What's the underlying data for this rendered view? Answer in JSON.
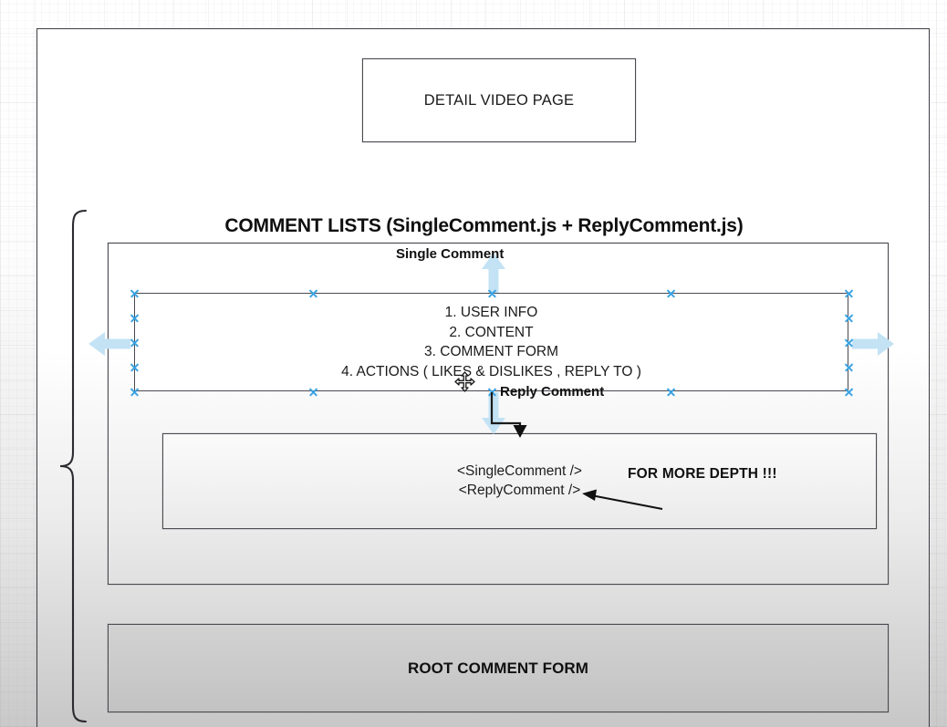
{
  "canvas": {
    "background_color": "#ffffff",
    "grid": true,
    "border_color": "#3d3d44"
  },
  "detail_video_page": {
    "label": "DETAIL VIDEO PAGE"
  },
  "comment_lists": {
    "title": "COMMENT LISTS (SingleComment.js + ReplyComment.js)",
    "single_comment": {
      "caption": "Single Comment",
      "items": [
        "1. USER INFO",
        "2. CONTENT",
        "3. COMMENT FORM",
        "4. ACTIONS ( LIKES & DISLIKES , REPLY TO )"
      ],
      "selected": true,
      "handle_color": "#3aa3e3"
    },
    "reply_comment": {
      "caption": "Reply Comment",
      "tags": [
        "<SingleComment />",
        "<ReplyComment />"
      ],
      "annotation": "FOR MORE DEPTH !!!"
    }
  },
  "root_comment_form": {
    "label": "ROOT COMMENT FORM"
  },
  "icons": {
    "move_arrow_up": "arrow-up-icon",
    "move_arrow_down": "arrow-down-icon",
    "move_arrow_left": "arrow-left-icon",
    "move_arrow_right": "arrow-right-icon",
    "cursor": "move-cursor-icon",
    "brace": "left-curly-brace-icon",
    "elbow_connector": "elbow-arrow-connector-icon",
    "annotation_arrow": "annotation-arrow-icon"
  },
  "colors": {
    "selection_blue": "#3aa3e3",
    "move_arrow_blue": "#c3e3f5",
    "stroke": "#4a4a52",
    "root_form_fill": "#c9c9c9"
  }
}
